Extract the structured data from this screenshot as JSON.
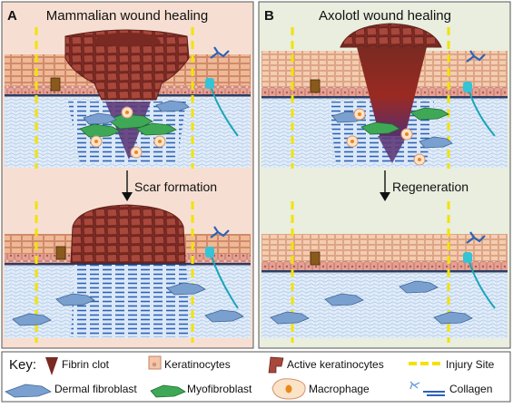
{
  "panels": [
    {
      "letter": "A",
      "title": "Mammalian wound healing",
      "arrow_label": "Scar formation",
      "bg": "#f6dfd2",
      "outcome": "scar"
    },
    {
      "letter": "B",
      "title": "Axolotl wound healing",
      "arrow_label": "Regeneration",
      "bg": "#e9eedf",
      "outcome": "regeneration"
    }
  ],
  "key": {
    "title": "Key:",
    "items": [
      {
        "label": "Fibrin clot",
        "icon": "fibrin-clot-icon"
      },
      {
        "label": "Keratinocytes",
        "icon": "keratinocyte-icon"
      },
      {
        "label": "Active keratinocytes",
        "icon": "active-keratinocyte-icon"
      },
      {
        "label": "Injury Site",
        "icon": "injury-site-icon"
      },
      {
        "label": "Dermal fibroblast",
        "icon": "dermal-fibroblast-icon"
      },
      {
        "label": "Myofibroblast",
        "icon": "myofibroblast-icon"
      },
      {
        "label": "Macrophage",
        "icon": "macrophage-icon"
      },
      {
        "label": "Collagen",
        "icon": "collagen-icon"
      }
    ]
  },
  "colors": {
    "fibrin": "#7a2a22",
    "keratinocyte": "#f2c7a8",
    "active_keratinocyte": "#a8473b",
    "injury_line": "#f2e300",
    "fibroblast": "#7aa0cf",
    "myofibroblast": "#3fa856",
    "macrophage_body": "#fbe3c8",
    "macrophage_nucleus": "#e8891c",
    "collagen_light": "#b9d2ee",
    "collagen_dense": "#2c62b6",
    "dermis_bg": "#e2edf8",
    "basal_cells": "#d98e84"
  }
}
